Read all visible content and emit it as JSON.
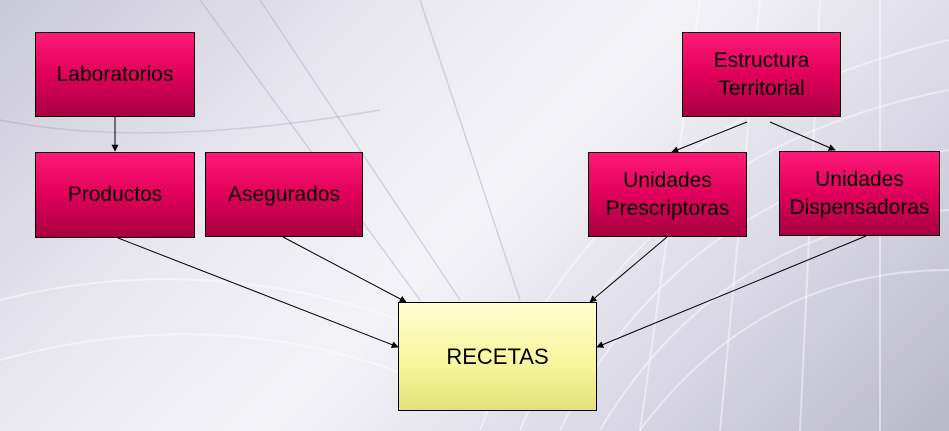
{
  "nodes": {
    "laboratorios": "Laboratorios",
    "productos": "Productos",
    "asegurados": "Asegurados",
    "estructura": "Estructura\nTerritorial",
    "prescriptoras": "Unidades\nPrescriptoras",
    "dispensadoras": "Unidades\nDispensadoras",
    "recetas": "RECETAS"
  },
  "colors": {
    "entity_fill": "#e0005a",
    "target_fill": "#f5f59a",
    "edge": "#000000"
  }
}
